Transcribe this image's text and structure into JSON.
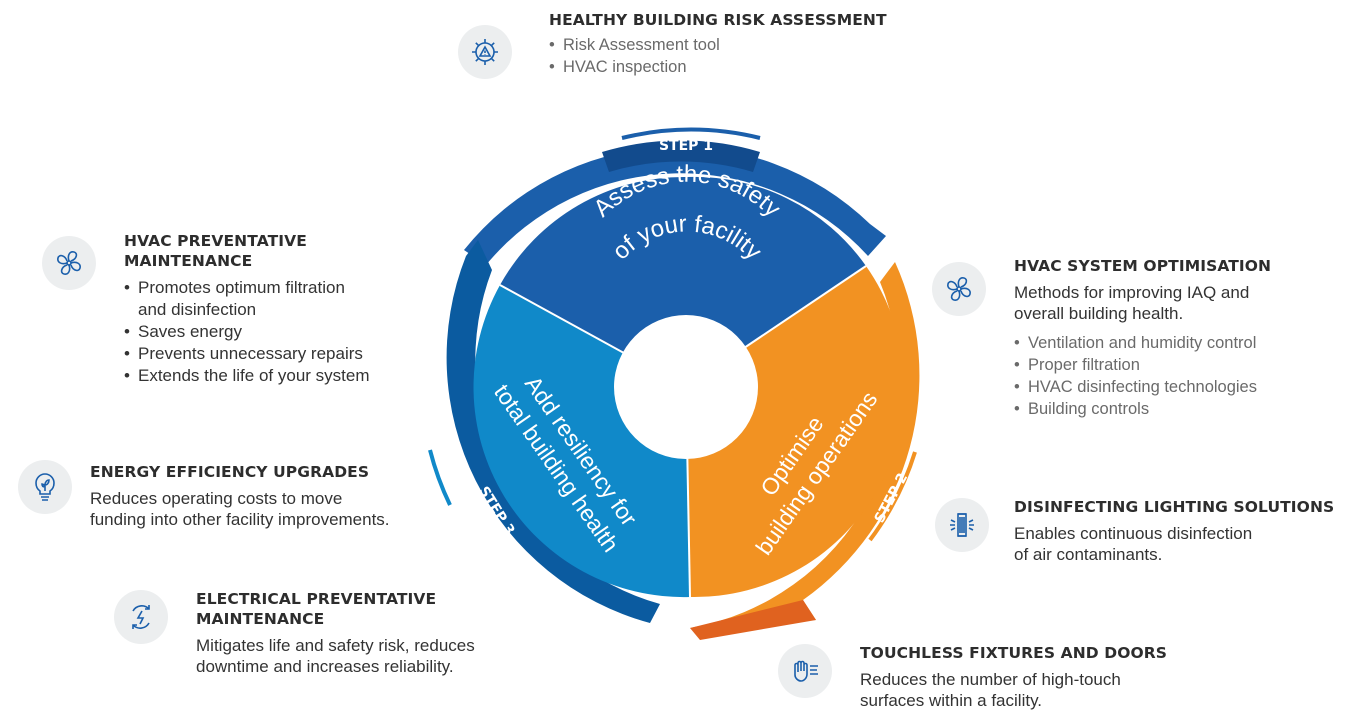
{
  "center": {
    "segment1": [
      "Assess the safety",
      "of your facility"
    ],
    "segment2": [
      "Optimise",
      "building operations"
    ],
    "segment3": [
      "Add resiliency for",
      "total building health"
    ],
    "steps": [
      "STEP 1",
      "STEP 2",
      "STEP 3"
    ]
  },
  "services": {
    "risk": {
      "title": "HEALTHY BUILDING RISK ASSESSMENT",
      "bullets": [
        "Risk Assessment tool",
        "HVAC inspection"
      ]
    },
    "hvac_prev": {
      "title": [
        "HVAC PREVENTATIVE",
        "MAINTENANCE"
      ],
      "bullets": [
        "Promotes optimum filtration",
        "and disinfection",
        "Saves energy",
        "Prevents unnecessary repairs",
        "Extends the life of your system"
      ]
    },
    "energy": {
      "title": "ENERGY EFFICIENCY UPGRADES",
      "desc": [
        "Reduces operating costs to move",
        "funding into other facility improvements."
      ]
    },
    "electrical": {
      "title": [
        "ELECTRICAL PREVENTATIVE",
        "MAINTENANCE"
      ],
      "desc": [
        "Mitigates life and safety risk, reduces",
        "downtime and increases reliability."
      ]
    },
    "hvac_opt": {
      "title": "HVAC SYSTEM OPTIMISATION",
      "desc": [
        "Methods for improving IAQ and",
        "overall building health."
      ],
      "bullets": [
        "Ventilation and humidity control",
        "Proper filtration",
        "HVAC disinfecting technologies",
        "Building controls"
      ]
    },
    "lighting": {
      "title": "DISINFECTING LIGHTING SOLUTIONS",
      "desc": [
        "Enables continuous disinfection",
        "of air contaminants."
      ]
    },
    "touchless": {
      "title": "TOUCHLESS FIXTURES AND DOORS",
      "desc": [
        "Reduces the number of high-touch",
        "surfaces within a facility."
      ]
    }
  },
  "icons": [
    "gear-warning-icon",
    "fan-icon",
    "lightbulb-leaf-icon",
    "power-cycle-icon",
    "fan-icon",
    "uv-lamp-icon",
    "touchless-hand-icon"
  ],
  "colors": {
    "step1": "#1b5fab",
    "step1_dark": "#123f7c",
    "step2": "#f29222",
    "step2_dark": "#e0621f",
    "step3": "#1089c9",
    "step3_dark": "#0b5ba0",
    "icon_bg": "#eceeef"
  }
}
